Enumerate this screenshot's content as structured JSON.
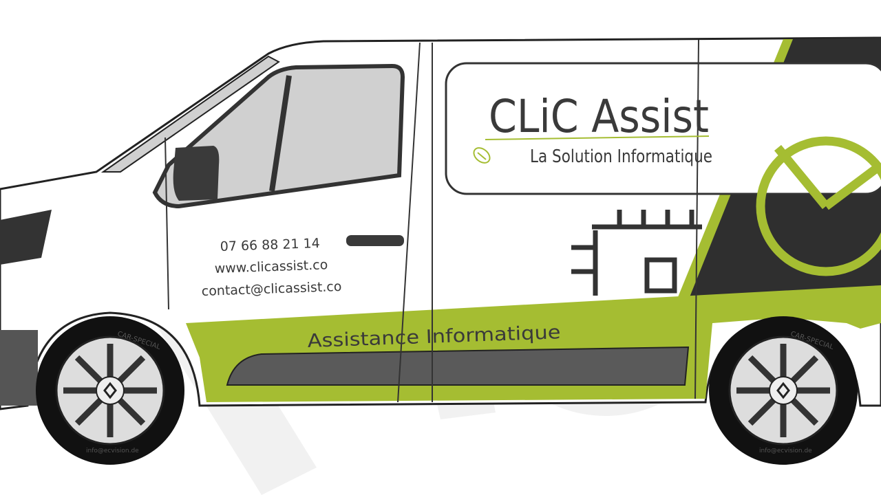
{
  "branding": {
    "company_name": "CLiC Assist",
    "tagline": "La Solution Informatique",
    "stripe_text": "Assistance Informatique"
  },
  "contact": {
    "phone": "07 66 88 21 14",
    "website": "www.clicassist.co",
    "email": "contact@clicassist.co"
  },
  "tires": {
    "brand_text": "CAR-SPECIAL",
    "sub_text": "info@ecvision.de"
  },
  "icons": [
    "computer-mouse-icon",
    "cpu-chip-icon",
    "clock-logo-icon",
    "renault-logo-icon"
  ],
  "colors": {
    "accent_green": "#a5bd32",
    "dark_panel": "#2f2f2f",
    "body_white": "#ffffff",
    "rocker_gray": "#5a5a5a",
    "window_gray": "#d0d0d0"
  }
}
